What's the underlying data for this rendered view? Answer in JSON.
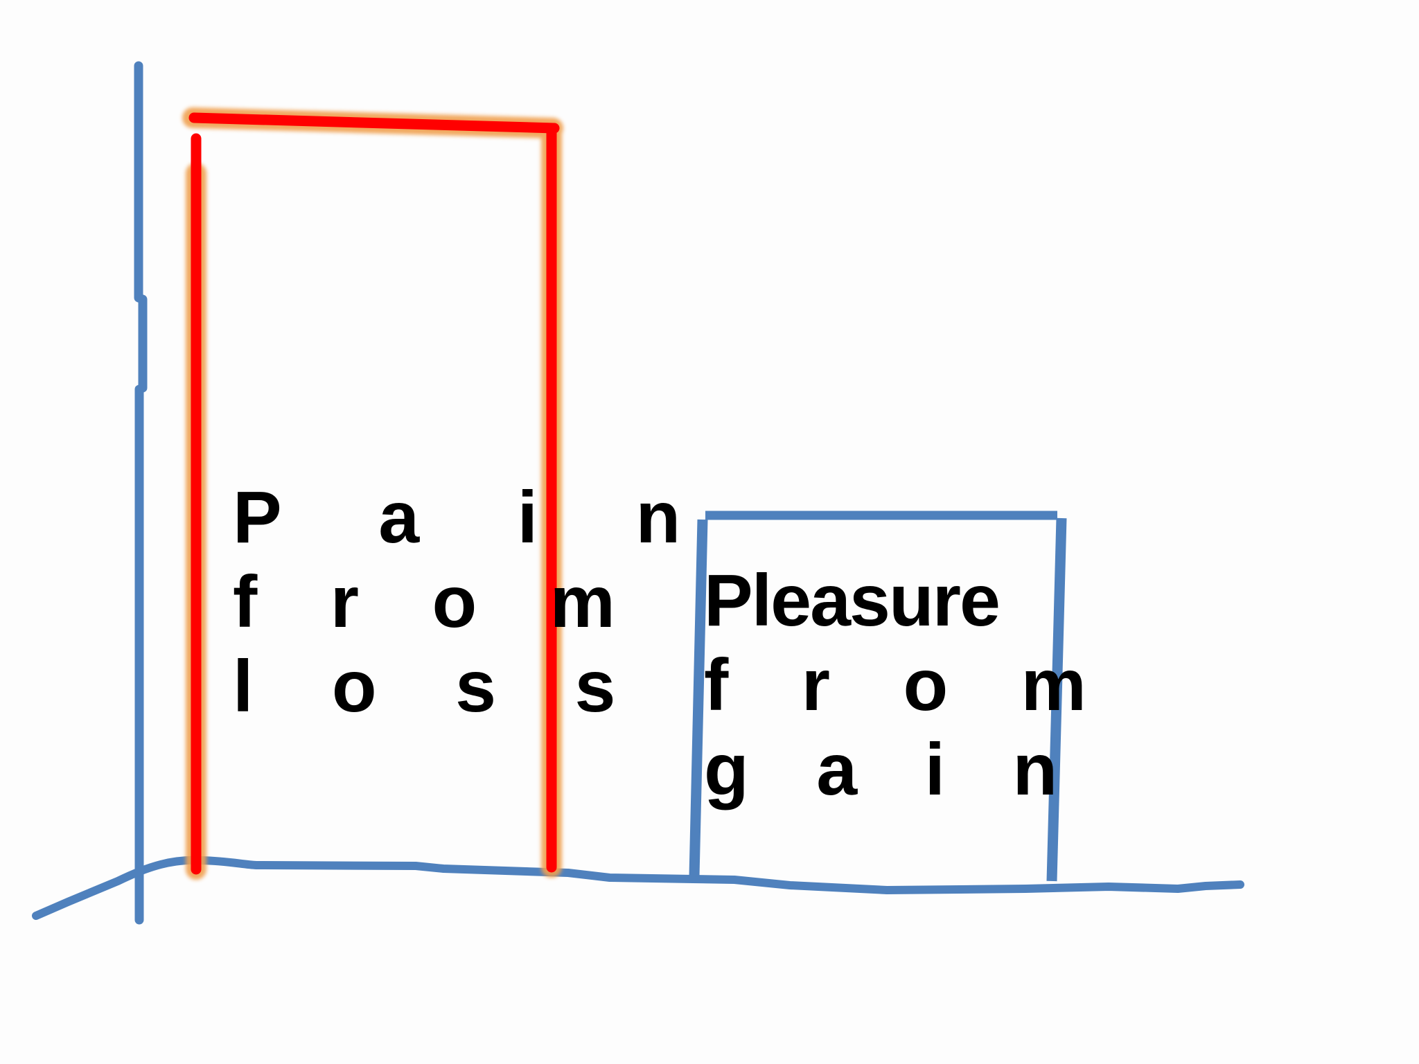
{
  "diagram": {
    "colors": {
      "loss_bar": "#ff0000",
      "loss_glow": "#f0a050",
      "axis_and_gain_bar": "#4f81bd",
      "text": "#000000"
    },
    "loss_label": {
      "line1": "P a i n",
      "line2": "f r o m",
      "line3": "l o s s"
    },
    "gain_label": {
      "line1": "Pleasure",
      "line2": "f r o m",
      "line3": "g a i n"
    }
  }
}
